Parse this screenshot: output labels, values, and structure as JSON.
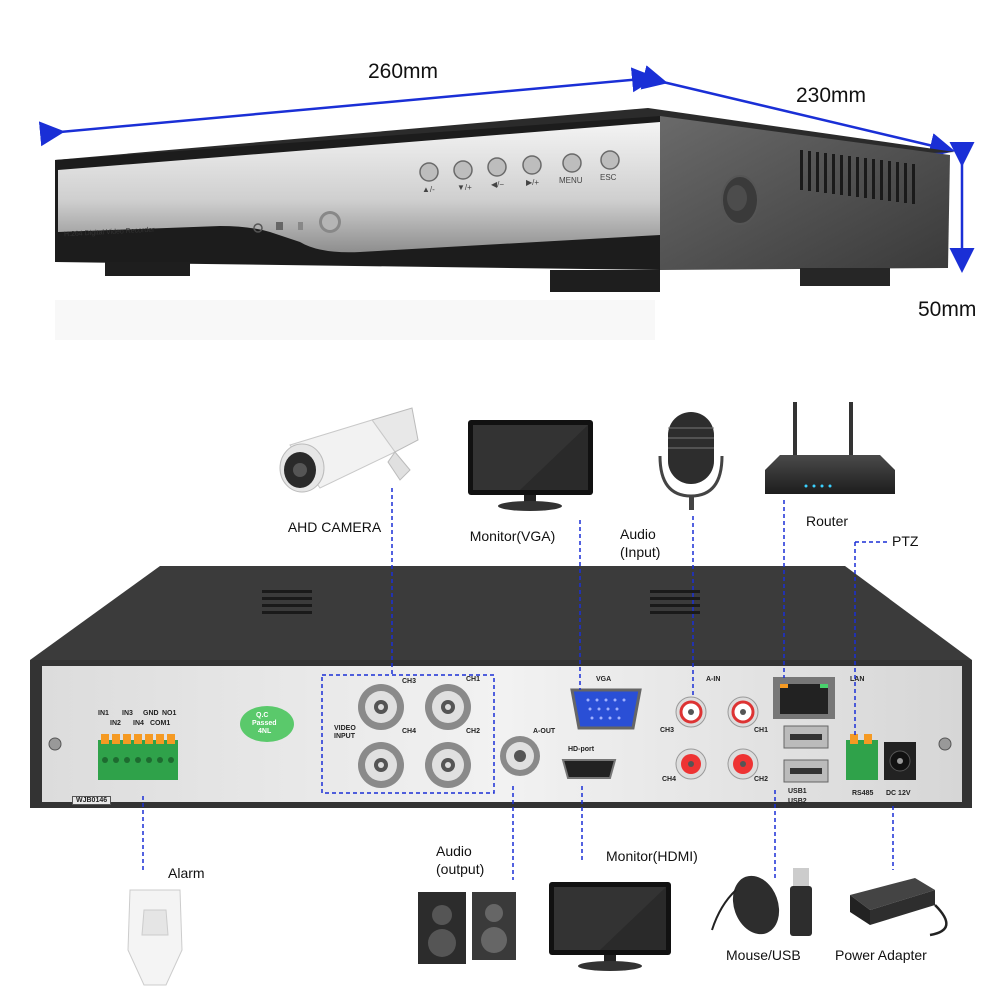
{
  "dimensions": {
    "width_label": "260mm",
    "depth_label": "230mm",
    "height_label": "50mm"
  },
  "front_panel": {
    "model_text": "H.264 Digital Video Recorder",
    "buttons": [
      "▲/-",
      "▼/+",
      "◀/−",
      "▶/+",
      "MENU",
      "ESC"
    ]
  },
  "devices": {
    "camera": "AHD CAMERA",
    "monitor_vga": "Monitor(VGA)",
    "audio_input": [
      "Audio",
      "(Input)"
    ],
    "router": "Router",
    "ptz": "PTZ",
    "alarm": "Alarm",
    "audio_output": [
      "Audio",
      "(output)"
    ],
    "monitor_hdmi": "Monitor(HDMI)",
    "mouse_usb": "Mouse/USB",
    "power_adapter": "Power Adapter"
  },
  "rear_panel": {
    "alarm_pins": [
      "IN1",
      "IN2",
      "IN3",
      "IN4",
      "GND",
      "COM1",
      "NO1"
    ],
    "model_code": "WJB0146",
    "qc_badge": [
      "Q.C",
      "Passed",
      "4NL"
    ],
    "video_input_label": [
      "VIDEO",
      "INPUT"
    ],
    "video_channels": [
      "CH3",
      "CH1",
      "CH4",
      "CH2"
    ],
    "audio_out": "A-OUT",
    "vga": "VGA",
    "hdmi": "HD-port",
    "audio_in": "A-IN",
    "audio_in_channels": [
      "CH3",
      "CH1",
      "CH4",
      "CH2"
    ],
    "lan": "LAN",
    "usb": [
      "USB1",
      "USB2"
    ],
    "rs485": "RS485",
    "dc": "DC 12V"
  }
}
